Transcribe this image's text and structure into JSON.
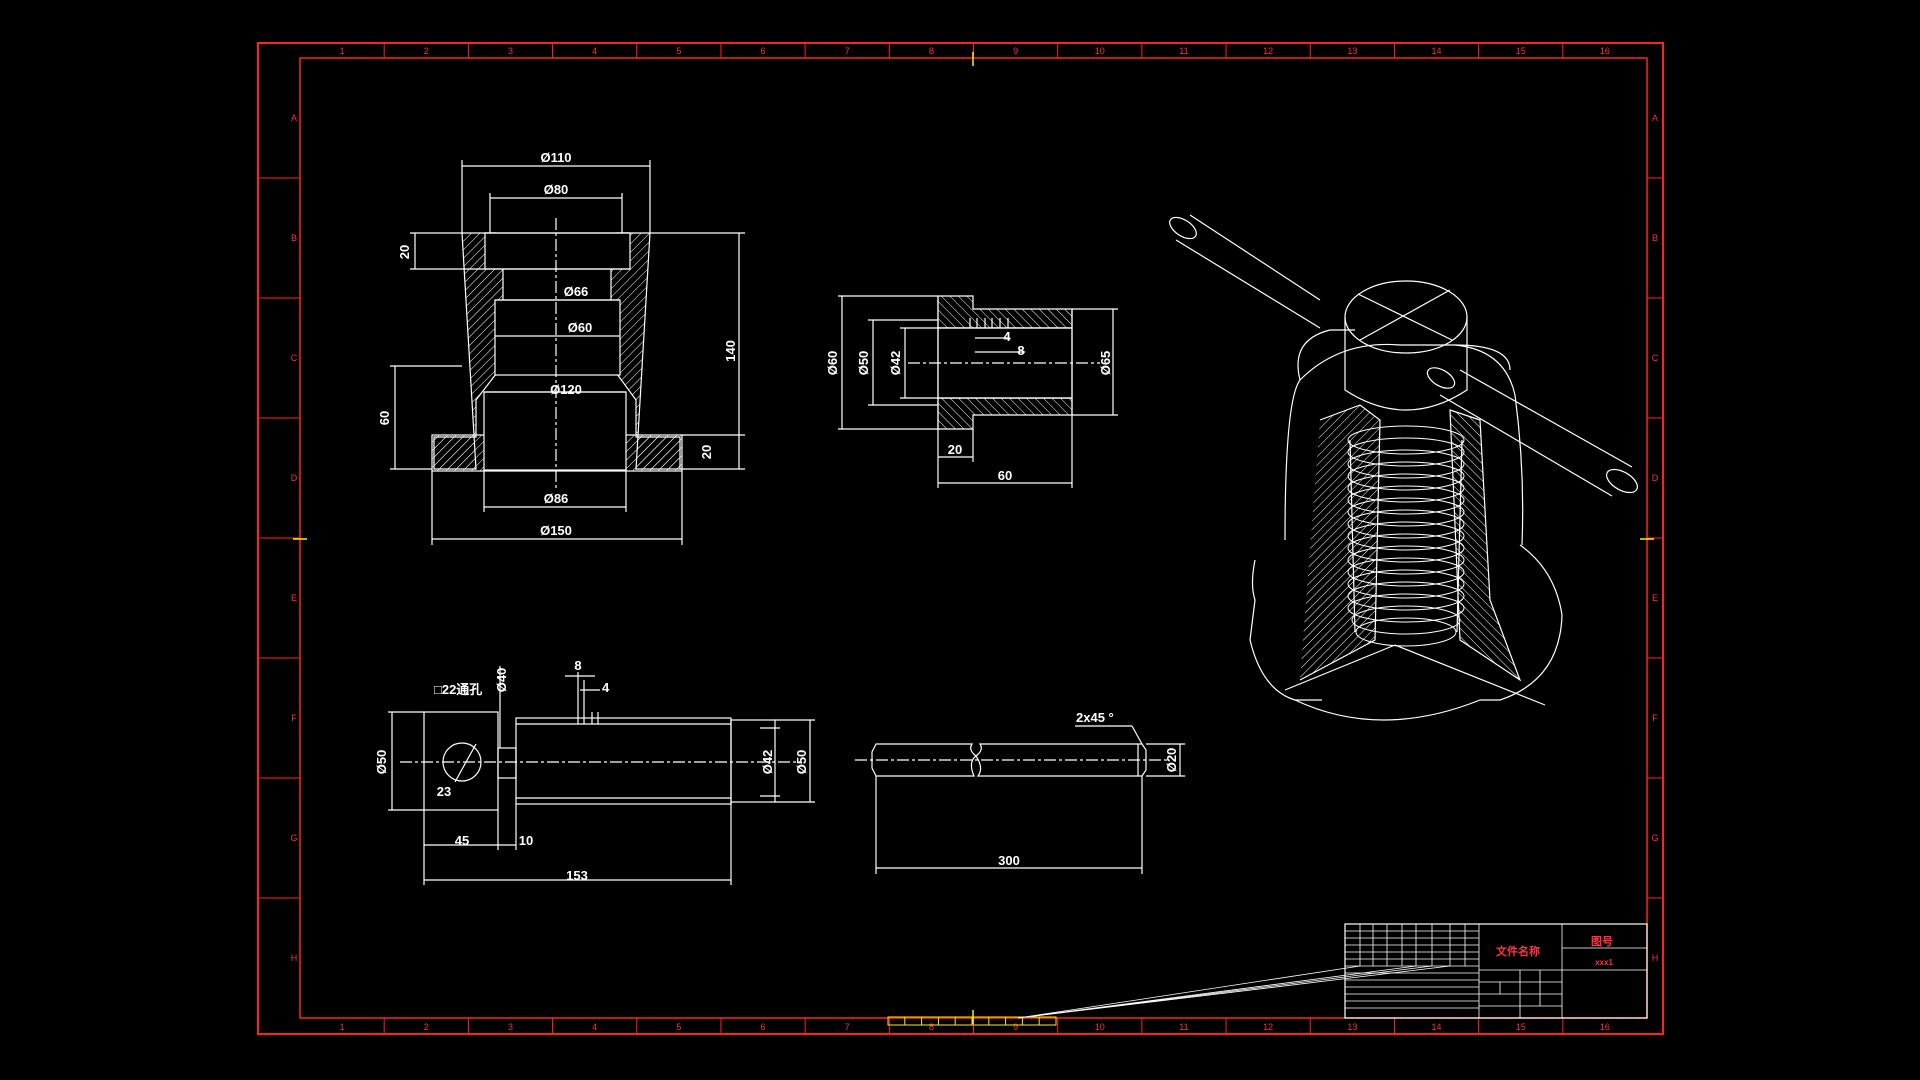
{
  "colors": {
    "background": "#000000",
    "frame": "#ff2222",
    "geometry": "#ffffff",
    "marker": "#ffee00",
    "titleblock_text": "#ff33ff"
  },
  "frame": {
    "columns": [
      "1",
      "2",
      "3",
      "4",
      "5",
      "6",
      "7",
      "8",
      "9",
      "10",
      "11",
      "12",
      "13",
      "14",
      "15",
      "16"
    ],
    "rows": [
      "A",
      "B",
      "C",
      "D",
      "E",
      "F",
      "G",
      "H"
    ]
  },
  "views": {
    "nut_section": {
      "dims": [
        "Ø110",
        "Ø80",
        "Ø66",
        "Ø60",
        "Ø120",
        "Ø86",
        "Ø150",
        "20",
        "140",
        "60",
        "20"
      ]
    },
    "washer_section": {
      "dims": [
        "Ø60",
        "Ø50",
        "Ø42",
        "Ø65",
        "4",
        "8",
        "20",
        "60"
      ]
    },
    "screw_view": {
      "dims": [
        "□22通孔",
        "Ø40",
        "8",
        "4",
        "Ø50",
        "Ø42",
        "Ø50",
        "23",
        "45",
        "10",
        "153"
      ]
    },
    "rod_view": {
      "dims": [
        "2x45 °",
        "Ø20",
        "300"
      ]
    }
  },
  "title_block": {
    "name_label": "文件名称",
    "drawing_no_label": "图号",
    "drawing_no": "xxx1"
  }
}
